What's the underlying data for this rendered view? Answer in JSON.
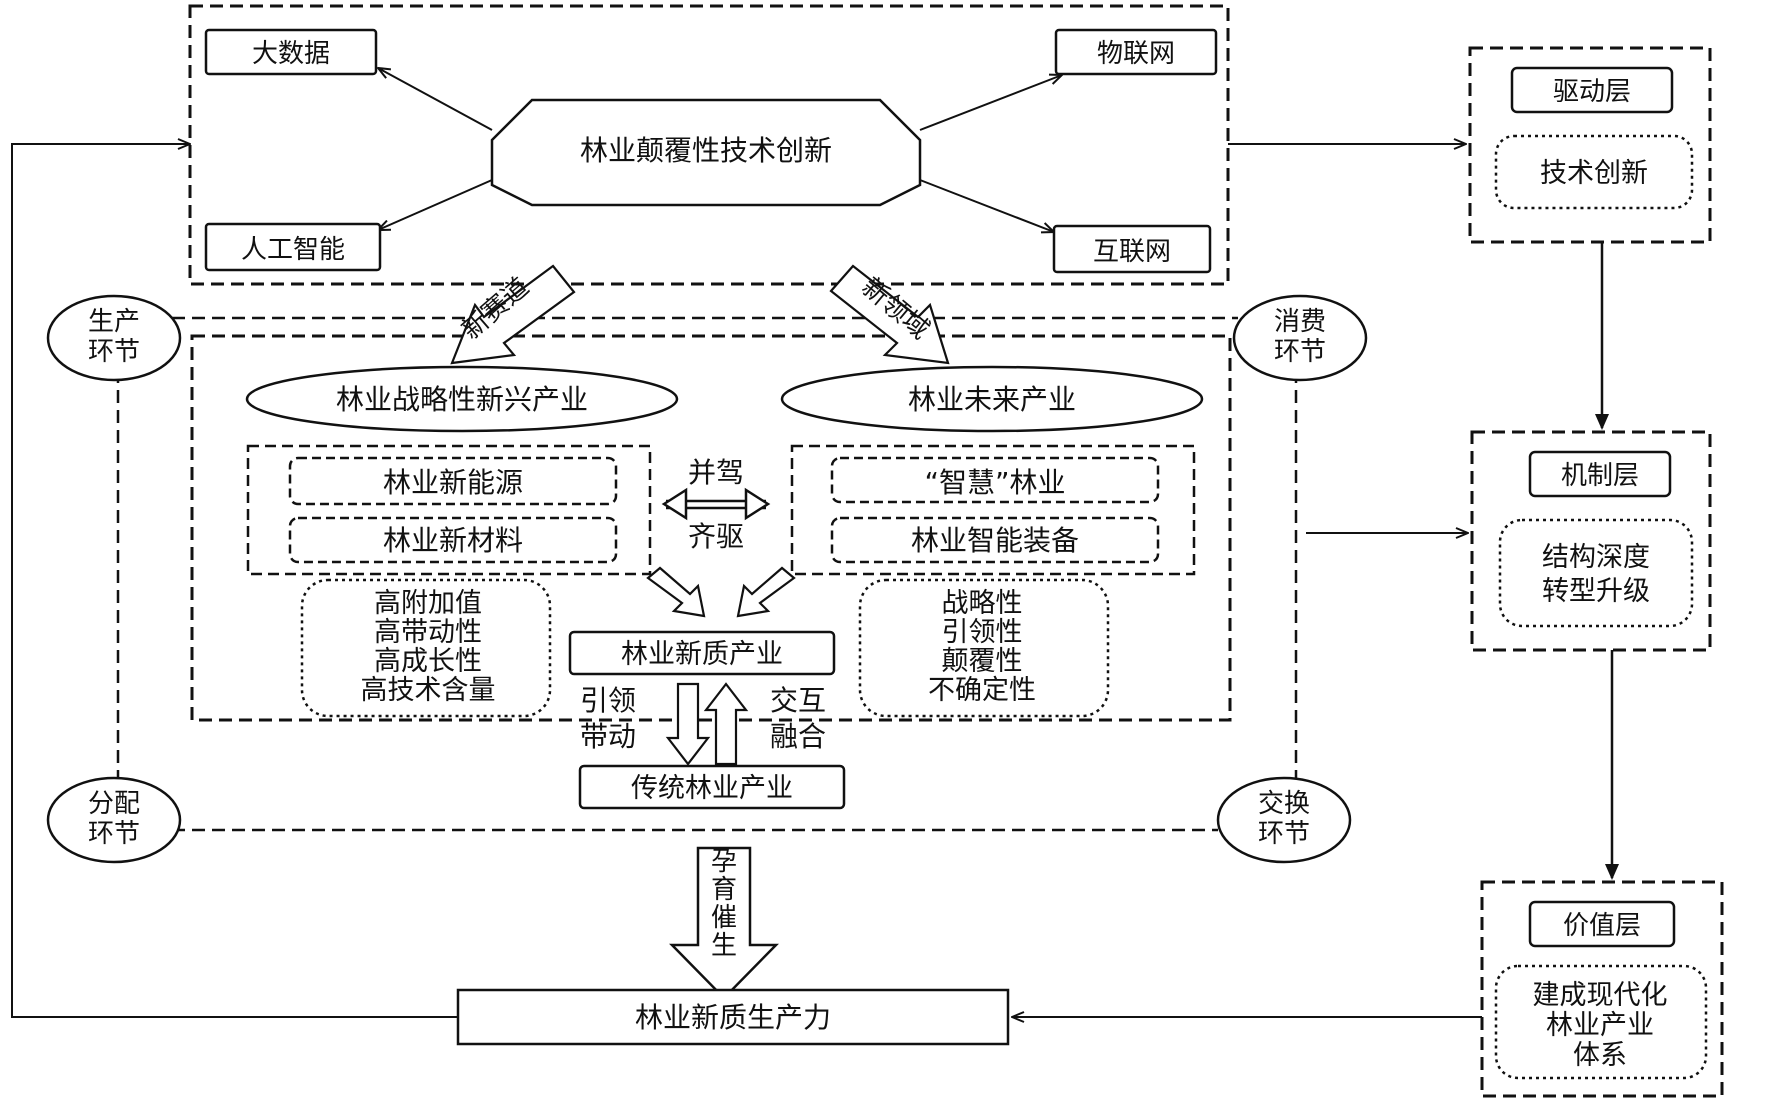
{
  "core_innovation": "林业颠覆性技术创新",
  "tech": {
    "big_data": "大数据",
    "iot": "物联网",
    "ai": "人工智能",
    "internet": "互联网"
  },
  "arrow_labels": {
    "new_track": "新赛道",
    "new_field": "新领域",
    "parallel_top": "并驾",
    "parallel_bottom": "齐驱",
    "lead_a": "引领",
    "lead_b": "带动",
    "interact_a": "交互",
    "interact_b": "融合",
    "incubate": "孕育催生"
  },
  "strategic": {
    "title": "林业战略性新兴产业",
    "items": [
      "林业新能源",
      "林业新材料"
    ],
    "traits": [
      "高附加值",
      "高带动性",
      "高成长性",
      "高技术含量"
    ]
  },
  "future": {
    "title": "林业未来产业",
    "items": [
      "“智慧”林业",
      "林业智能装备"
    ],
    "traits": [
      "战略性",
      "引领性",
      "颠覆性",
      "不确定性"
    ]
  },
  "new_quality_industry": "林业新质产业",
  "traditional_industry": "传统林业产业",
  "productivity": "林业新质生产力",
  "stages": {
    "production": [
      "生产",
      "环节"
    ],
    "consumption": [
      "消费",
      "环节"
    ],
    "distribution": [
      "分配",
      "环节"
    ],
    "exchange": [
      "交换",
      "环节"
    ]
  },
  "layers": {
    "driver": {
      "title": "驱动层",
      "lines": [
        "技术创新"
      ]
    },
    "mechanism": {
      "title": "机制层",
      "lines": [
        "结构深度",
        "转型升级"
      ]
    },
    "value": {
      "title": "价值层",
      "lines": [
        "建成现代化",
        "林业产业",
        "体系"
      ]
    }
  }
}
